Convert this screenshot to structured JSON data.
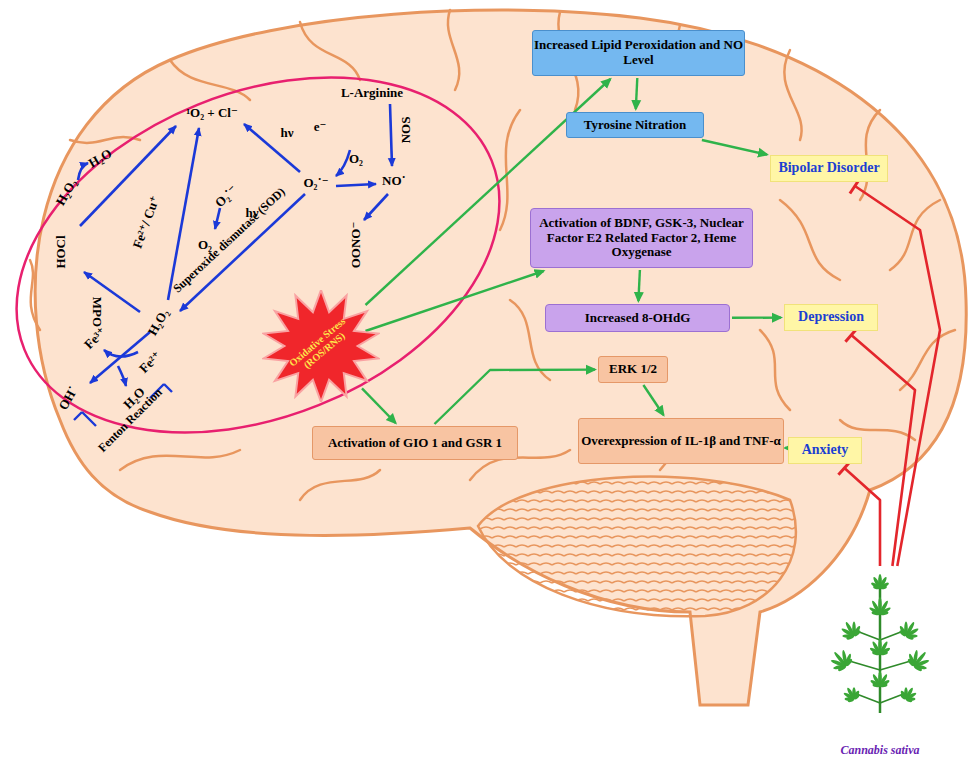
{
  "diagram": {
    "nodes": [
      {
        "text": [
          "Oxidative Stress (ROS/RNS)"
        ]
      },
      {
        "text": [
          "Increased Lipid Peroxidation and NO Level"
        ]
      },
      {
        "text": [
          "Tyrosine Nitration"
        ]
      },
      {
        "text": [
          "Bipolar Disorder"
        ]
      },
      {
        "text": [
          "Activation of BDNF, GSK-3, Nuclear Factor E2 Related Factor 2, Heme Oxygenase"
        ]
      },
      {
        "text": [
          "Increased 8-OHdG"
        ]
      },
      {
        "text": [
          "Depression"
        ]
      },
      {
        "text": [
          "Activation of GIO 1 and GSR 1"
        ]
      },
      {
        "text": [
          "ERK 1/2"
        ]
      },
      {
        "text": [
          "Overexpression of IL-1β and TNF-α"
        ]
      },
      {
        "text": [
          "Anxiety"
        ]
      },
      {
        "text": [
          "Cannabis sativa"
        ]
      }
    ],
    "edges": [
      {
        "from": 0,
        "to": 1,
        "arrow": "to"
      },
      {
        "from": 1,
        "to": 2,
        "arrow": "to"
      },
      {
        "from": 2,
        "to": 3,
        "arrow": "to"
      },
      {
        "from": 0,
        "to": 4,
        "arrow": "to"
      },
      {
        "from": 4,
        "to": 5,
        "arrow": "to"
      },
      {
        "from": 5,
        "to": 6,
        "arrow": "to"
      },
      {
        "from": 0,
        "to": 7,
        "arrow": "to"
      },
      {
        "from": 7,
        "to": 8,
        "arrow": "to"
      },
      {
        "from": 8,
        "to": 9,
        "arrow": "to"
      },
      {
        "from": 9,
        "to": 10,
        "arrow": "to"
      },
      {
        "from": 11,
        "to": 3,
        "arrow": "to"
      },
      {
        "from": 11,
        "to": 6,
        "arrow": "to"
      },
      {
        "from": 11,
        "to": 10,
        "arrow": "to"
      }
    ],
    "labels": [
      "¹O₂ + Cl⁻",
      "H₂O",
      "H₂O₂",
      "HOCl",
      "Fe²⁺/ Cu⁺",
      "hν",
      "MPO",
      "O₂˙⁻",
      "hν",
      "O₂",
      "Superoxide dismutase (SOD)",
      "e⁻",
      "O₂",
      "O₂˙⁻",
      "L-Arginine",
      "NOS",
      "NO˙",
      "OONO⁻",
      "H₂O₂",
      "Fe³⁺",
      "Fe²⁺",
      "H₂O",
      "OH˙",
      "Fenton Reaction"
    ]
  }
}
